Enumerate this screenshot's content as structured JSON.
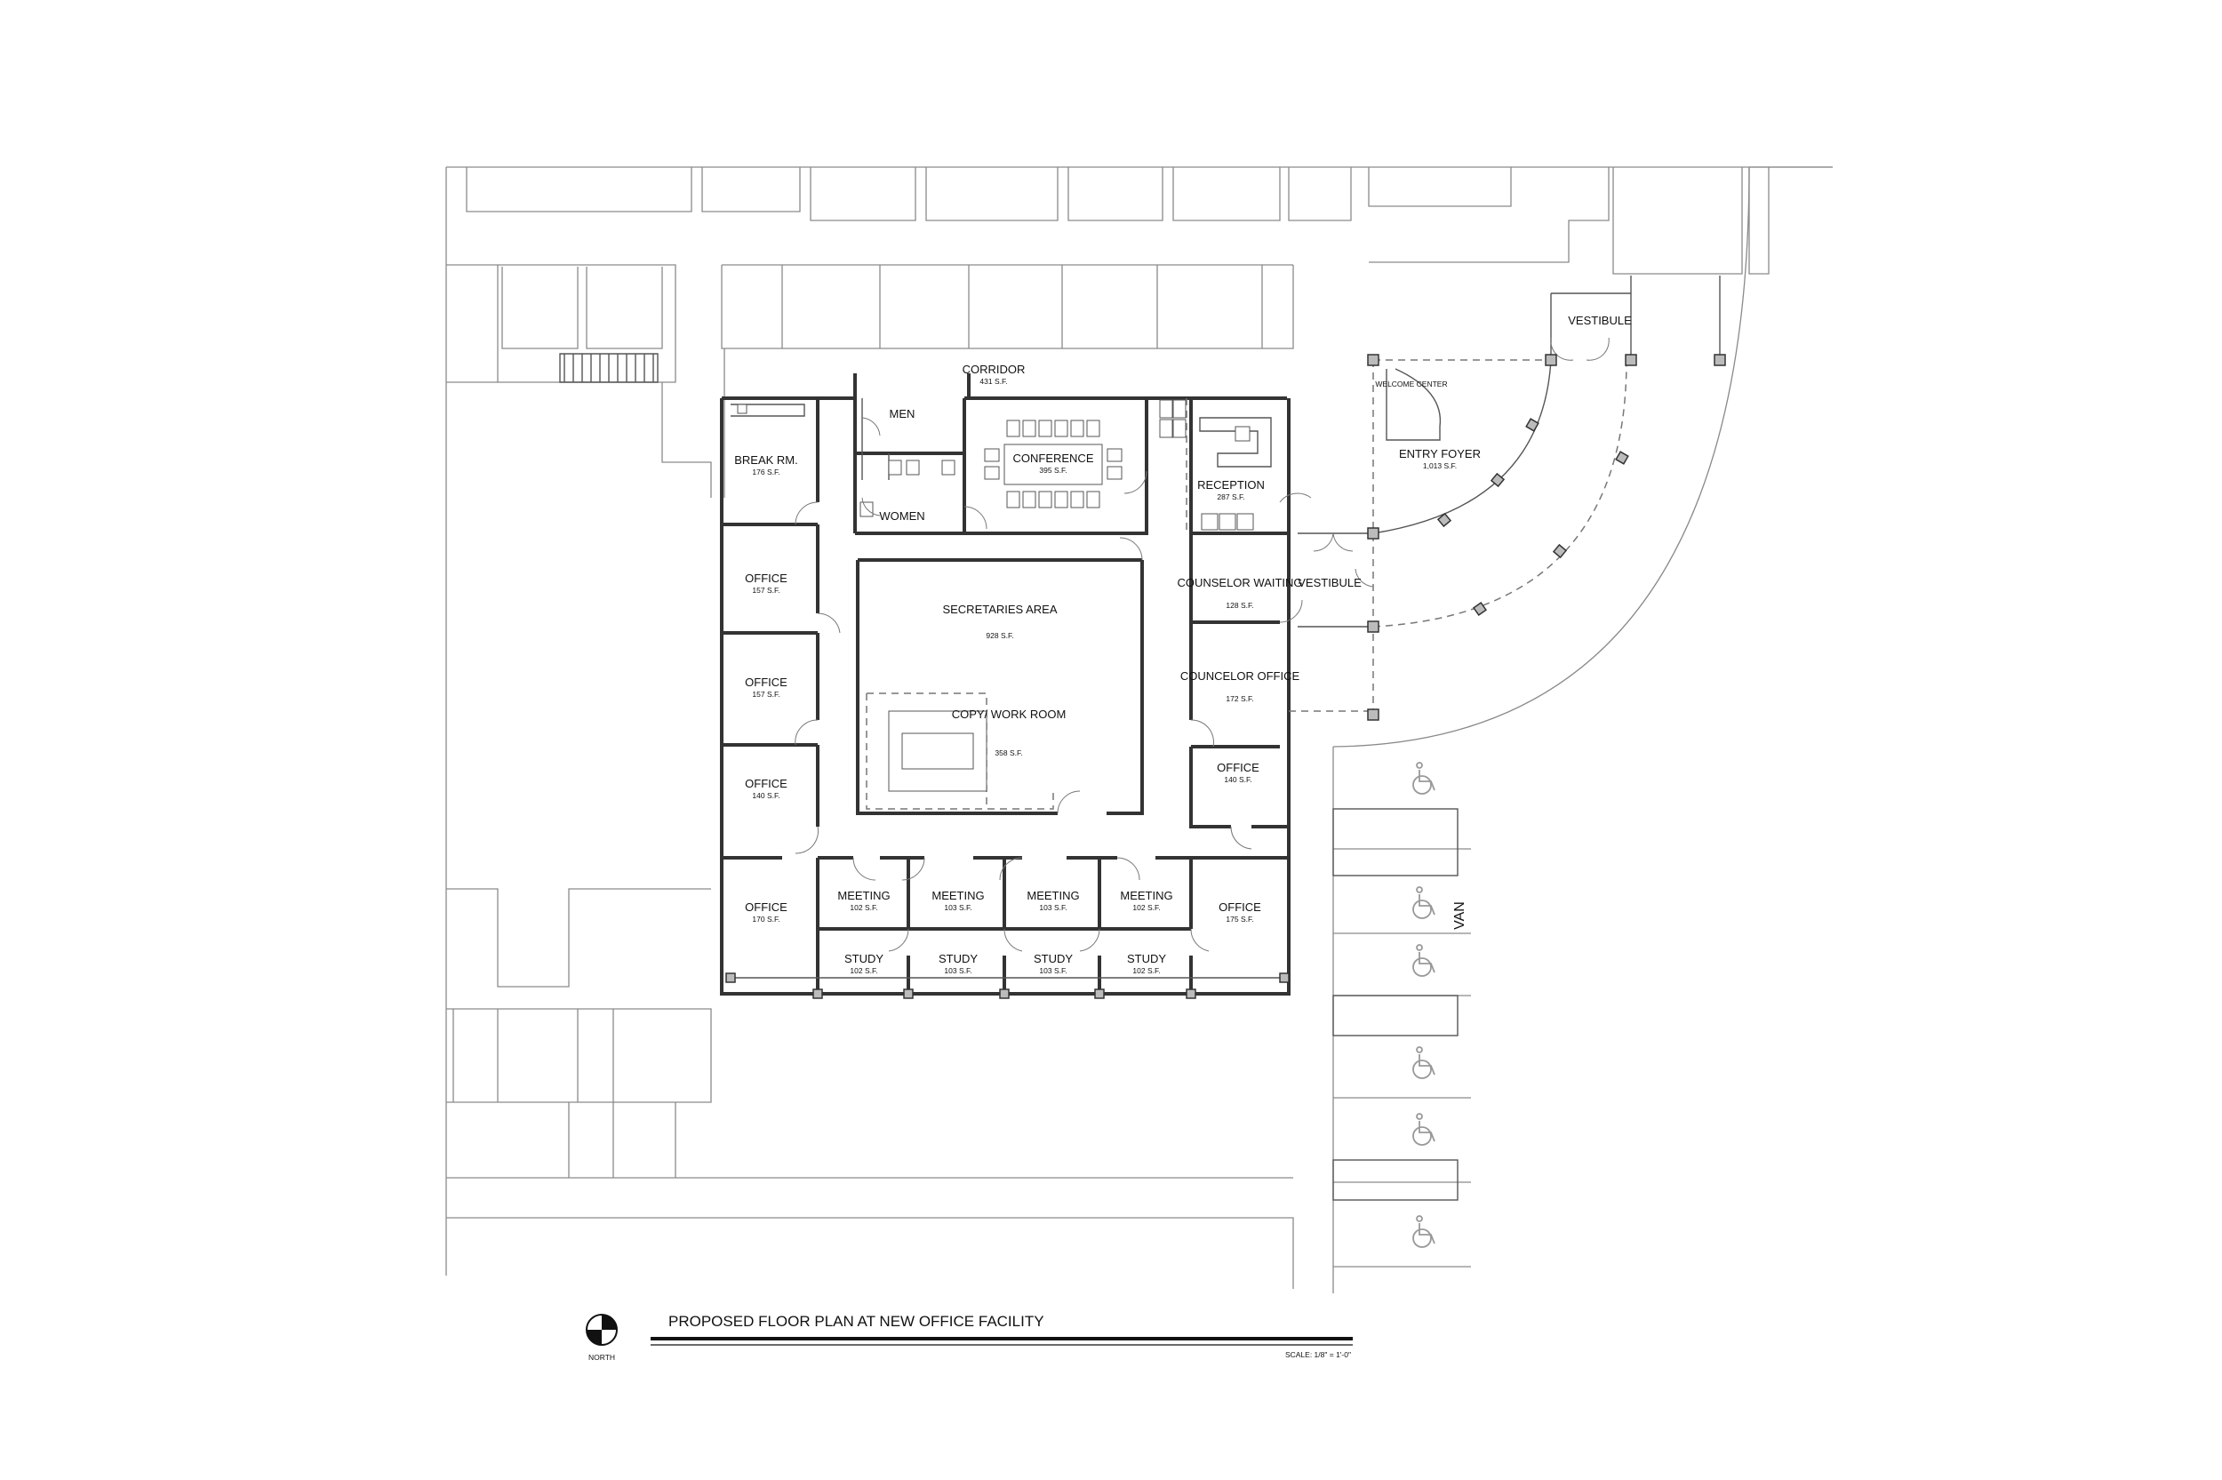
{
  "title": "PROPOSED FLOOR PLAN AT NEW OFFICE FACILITY",
  "scale": "SCALE: 1/8\" = 1'-0\"",
  "north_label": "NORTH",
  "rooms": [
    {
      "name": "CORRIDOR",
      "area": "431 S.F."
    },
    {
      "name": "MEN",
      "area": ""
    },
    {
      "name": "WOMEN",
      "area": ""
    },
    {
      "name": "CONFERENCE",
      "area": "395 S.F."
    },
    {
      "name": "RECEPTION",
      "area": "287 S.F."
    },
    {
      "name": "BREAK RM.",
      "area": "176 S.F."
    },
    {
      "name": "OFFICE",
      "area": "157 S.F."
    },
    {
      "name": "OFFICE",
      "area": "157 S.F."
    },
    {
      "name": "OFFICE",
      "area": "140 S.F."
    },
    {
      "name": "SECRETARIES AREA",
      "area": "928 S.F."
    },
    {
      "name": "COPY/ WORK ROOM",
      "area": "358 S.F."
    },
    {
      "name": "COUNSELOR WAITING",
      "area": "128 S.F."
    },
    {
      "name": "COUNCELOR OFFICE",
      "area": "172 S.F."
    },
    {
      "name": "OFFICE",
      "area": "140 S.F."
    },
    {
      "name": "OFFICE",
      "area": "170 S.F."
    },
    {
      "name": "MEETING",
      "area": "102 S.F."
    },
    {
      "name": "MEETING",
      "area": "103 S.F."
    },
    {
      "name": "MEETING",
      "area": "103 S.F."
    },
    {
      "name": "MEETING",
      "area": "102 S.F."
    },
    {
      "name": "OFFICE",
      "area": "175 S.F."
    },
    {
      "name": "STUDY",
      "area": "102 S.F."
    },
    {
      "name": "STUDY",
      "area": "103 S.F."
    },
    {
      "name": "STUDY",
      "area": "103 S.F."
    },
    {
      "name": "STUDY",
      "area": "102 S.F."
    },
    {
      "name": "VESTIBULE",
      "area": ""
    },
    {
      "name": "VESTIBULE",
      "area": ""
    },
    {
      "name": "ENTRY FOYER",
      "area": "1,013 S.F."
    },
    {
      "name": "WELCOME CENTER",
      "area": ""
    }
  ],
  "parking": {
    "van_label": "VAN"
  }
}
